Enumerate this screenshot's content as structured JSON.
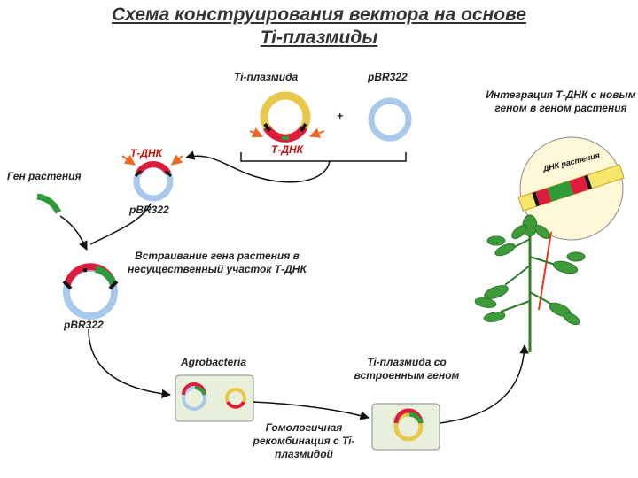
{
  "title_line1": "Схема конструирования вектора на основе",
  "title_line2": "Ti-плазмиды",
  "labels": {
    "ti_plasmid": "Ti-плазмида",
    "pbr322_top": "pBR322",
    "plus": "+",
    "t_dna_top": "Т-ДНК",
    "t_dna_left": "Т-ДНК",
    "pbr322_mid": "pBR322",
    "plant_gene": "Ген растения",
    "insertion": "Встраивание гена растения в несущественный участок Т-ДНК",
    "pbr322_bottom": "pBR322",
    "agrobacteria": "Agrobacteria",
    "ti_with_gene": "Ti-плазмида со встроенным геном",
    "homologous": "Гомологичная рекомбинация с Ti-плазмидой",
    "integration": "Интеграция Т-ДНК с новым геном в геном растения",
    "plant_dna": "ДНК растения"
  },
  "colors": {
    "ti_plasmid": "#e8c84a",
    "pbr322": "#a8c8ec",
    "t_dna": "#dd1c3c",
    "plant_gene": "#2e9a3a",
    "marker": "#111111",
    "arrow": "#ee6622",
    "chromosome": "#f4e66a",
    "dish": "#e8f0dc"
  }
}
